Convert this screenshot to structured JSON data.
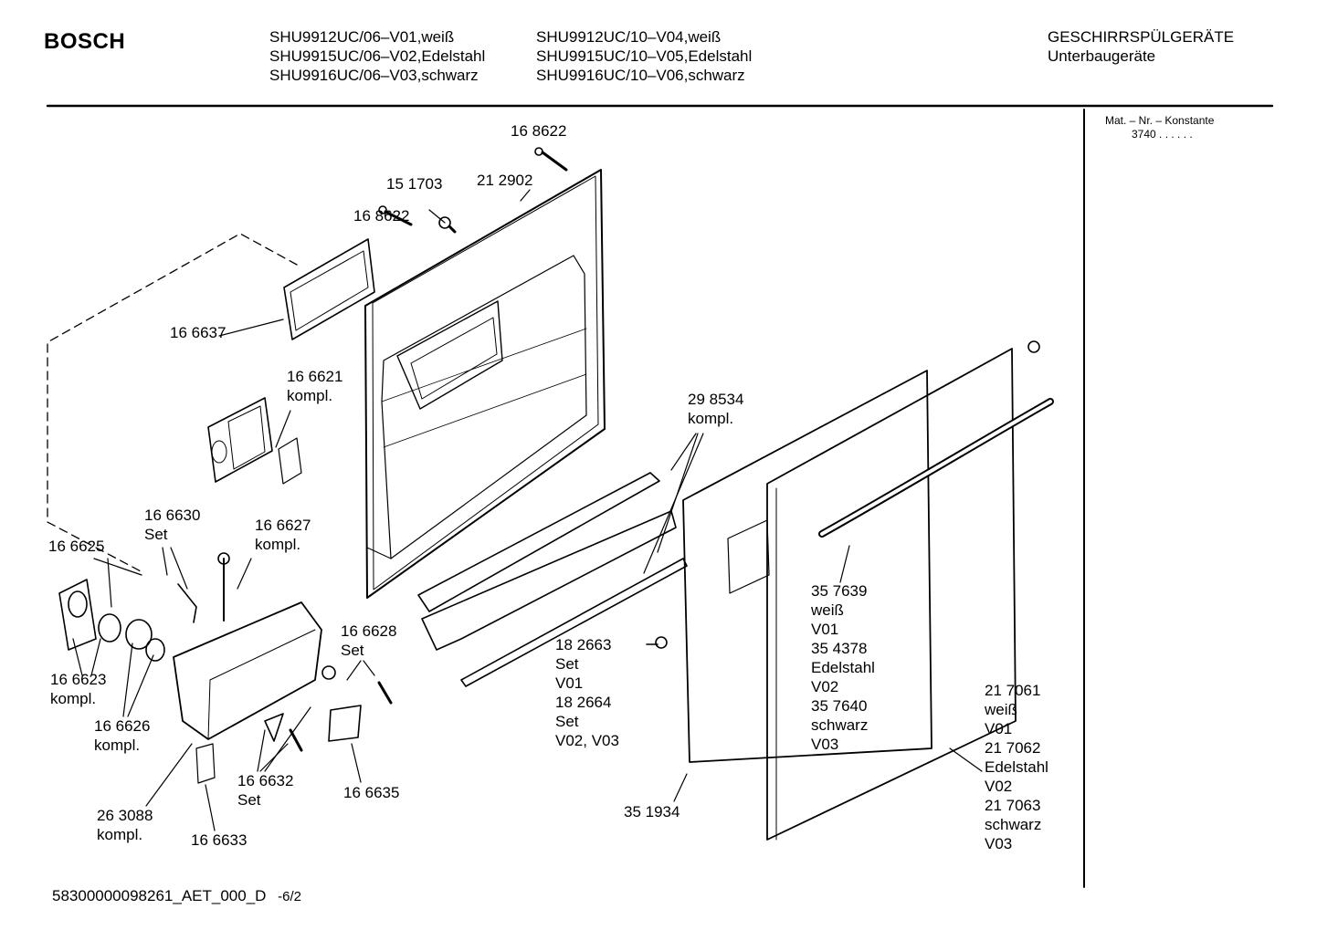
{
  "header": {
    "brand": "BOSCH",
    "models_col1": [
      "SHU9912UC/06–V01,weiß",
      "SHU9915UC/06–V02,Edelstahl",
      "SHU9916UC/06–V03,schwarz"
    ],
    "models_col2": [
      "SHU9912UC/10–V04,weiß",
      "SHU9915UC/10–V05,Edelstahl",
      "SHU9916UC/10–V06,schwarz"
    ],
    "category": "GESCHIRRSPÜLGERÄTE",
    "subcategory": "Unterbaugeräte"
  },
  "side_panel": {
    "title": "Mat. – Nr. – Konstante",
    "value": "3740  .  .    .  .  .  ."
  },
  "labels": {
    "p168622_top": [
      "16 8622"
    ],
    "p151703": [
      "15 1703"
    ],
    "p212902": [
      "21 2902"
    ],
    "p168622_left": [
      "16 8622"
    ],
    "p166637": [
      "16 6637"
    ],
    "p166621": [
      "16 6621",
      "kompl."
    ],
    "p298534": [
      "29 8534",
      "kompl."
    ],
    "p166630": [
      "16 6630",
      "Set"
    ],
    "p166627": [
      "16 6627",
      "kompl."
    ],
    "p166625": [
      "16 6625"
    ],
    "p166628": [
      "16 6628",
      "Set"
    ],
    "p166623": [
      "16 6623",
      "kompl."
    ],
    "p166626": [
      "16 6626",
      "kompl."
    ],
    "p182663": [
      "18 2663",
      "Set",
      "V01",
      "18 2664",
      "Set",
      "V02, V03"
    ],
    "p357639": [
      "35 7639",
      "weiß",
      "V01",
      "35 4378",
      "Edelstahl",
      "V02",
      "35 7640",
      "schwarz",
      "V03"
    ],
    "p217061": [
      "21 7061",
      "weiß",
      "V01",
      "21 7062",
      "Edelstahl",
      "V02",
      "21 7063",
      "schwarz",
      "V03"
    ],
    "p166632": [
      "16 6632",
      "Set"
    ],
    "p166635": [
      "16 6635"
    ],
    "p263088": [
      "26 3088",
      "kompl."
    ],
    "p166633": [
      "16 6633"
    ],
    "p351934": [
      "35 1934"
    ]
  },
  "footer": {
    "doc_id": "58300000098261_AET_000_D",
    "page": "-6/2"
  }
}
